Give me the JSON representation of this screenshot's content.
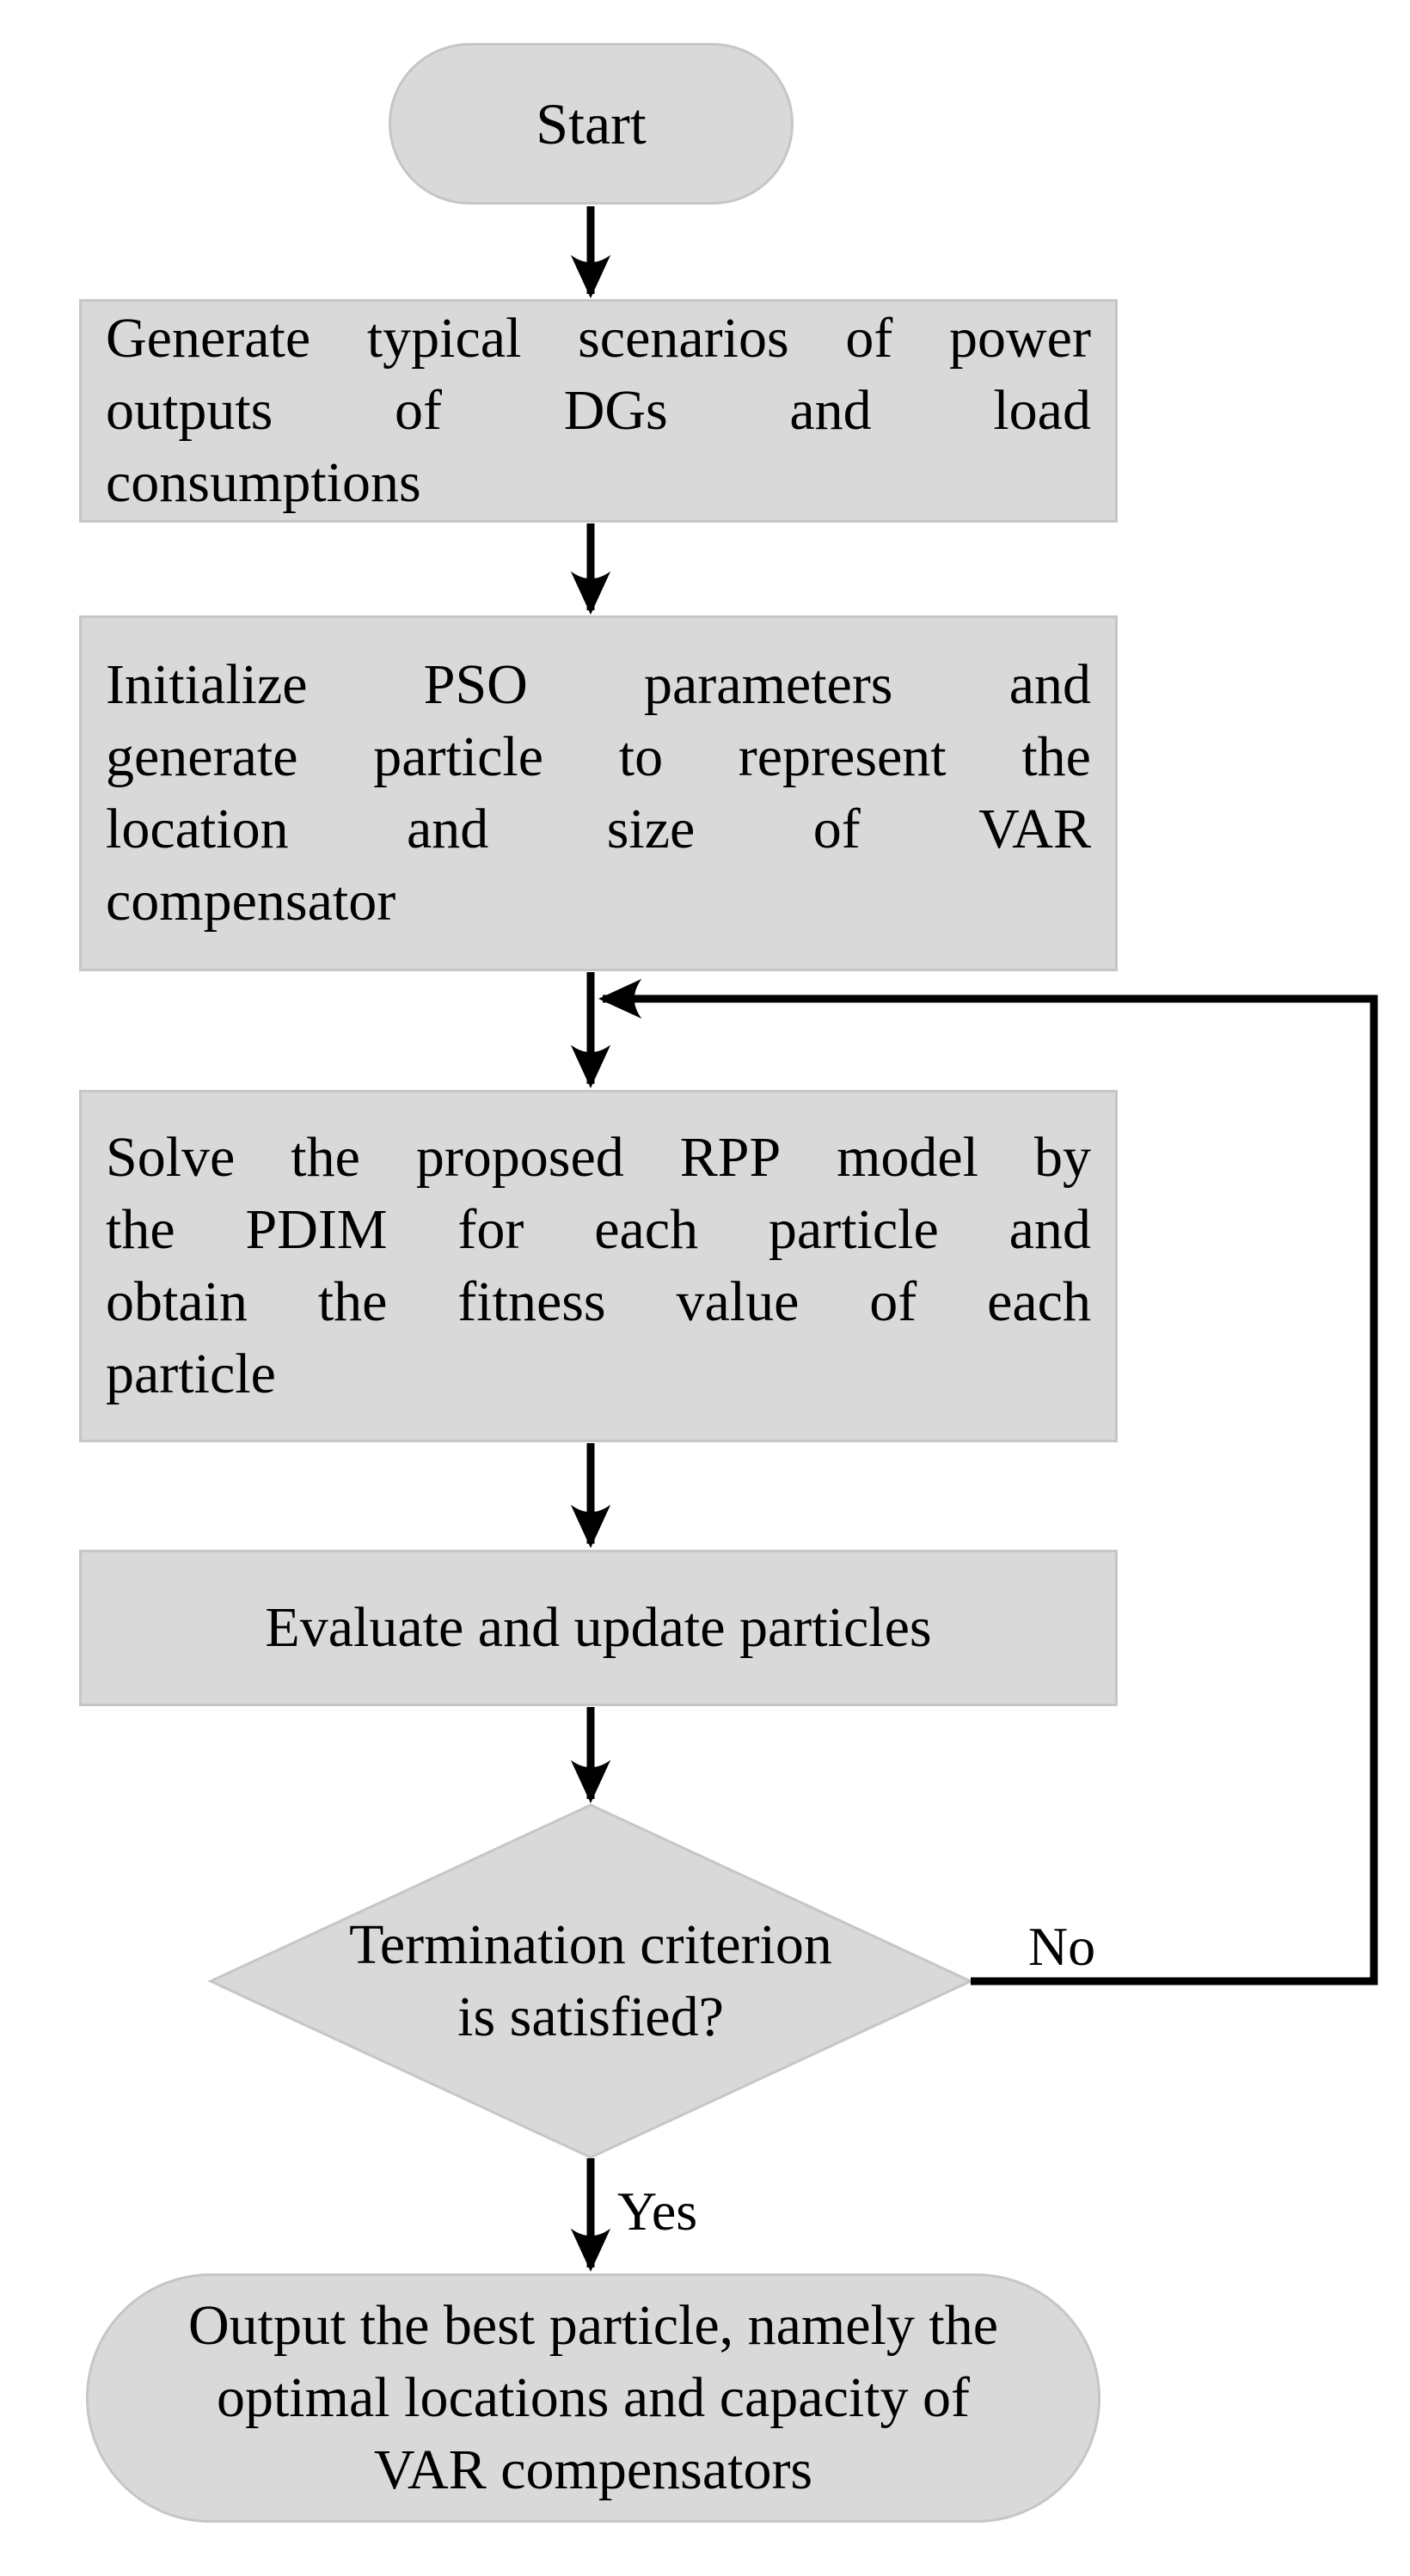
{
  "flowchart": {
    "nodes": [
      {
        "id": "start",
        "type": "terminator",
        "label": "Start"
      },
      {
        "id": "generate-scenarios",
        "type": "process",
        "lines": [
          "Generate typical scenarios of power",
          "outputs of DGs and load",
          "consumptions"
        ],
        "text": "Generate typical scenarios of power outputs of DGs and load consumptions"
      },
      {
        "id": "initialize-pso",
        "type": "process",
        "lines": [
          "Initialize PSO parameters and",
          "generate particle to represent the",
          "location and size of VAR",
          "compensator"
        ],
        "text": "Initialize PSO parameters and generate particle to represent the location and size of VAR compensator"
      },
      {
        "id": "solve-rpp",
        "type": "process",
        "lines": [
          "Solve the proposed RPP model by",
          "the PDIM for each particle and",
          "obtain the fitness value of each",
          "particle"
        ],
        "text": "Solve the proposed RPP model by the PDIM for each particle and obtain the fitness value of each particle"
      },
      {
        "id": "evaluate-update",
        "type": "process",
        "lines": [
          "Evaluate and update particles"
        ],
        "text": "Evaluate and update particles"
      },
      {
        "id": "termination-decision",
        "type": "decision",
        "lines": [
          "Termination criterion",
          "is satisfied?"
        ],
        "text": "Termination criterion is satisfied?"
      },
      {
        "id": "output-result",
        "type": "terminator",
        "lines": [
          "Output the best particle, namely the",
          "optimal locations and capacity of",
          "VAR compensators"
        ],
        "text": "Output the best particle, namely the optimal locations and capacity of VAR compensators"
      }
    ],
    "edges": {
      "no_label": "No",
      "yes_label": "Yes"
    },
    "colors": {
      "node_fill": "#d9d9d9",
      "node_border": "#c6c6c6",
      "connector": "#000000",
      "text": "#000000",
      "background": "#ffffff"
    }
  }
}
